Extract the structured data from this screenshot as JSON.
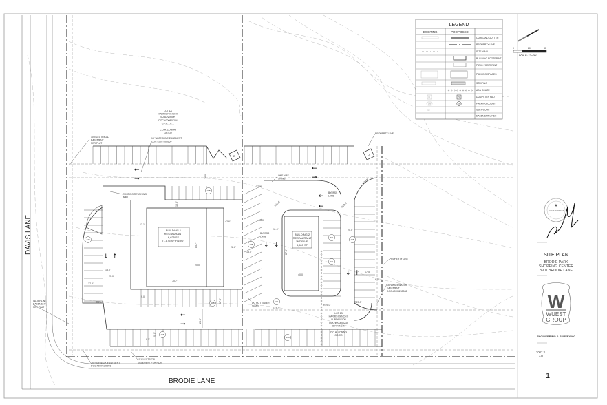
{
  "legend": {
    "title": "LEGEND",
    "col_existing": "EXISTING",
    "col_proposed": "PROPOSED",
    "rows": [
      "CURB AND GUTTER",
      "PROPERTY LINE",
      "SITE WALL",
      "BUILDING FOOTPRINT",
      "PATIO FOOTPRINT",
      "PARKING SPACES",
      "STRIPING",
      "ADA ROUTE",
      "DUMPSTER PAD",
      "PARKING COUNT",
      "CONTOURS",
      "EASEMENT LINES"
    ],
    "dumpster_symbol": "D",
    "count_symbol": "10B",
    "contour_label": "810"
  },
  "scale": {
    "ticks": [
      "0",
      "20",
      "40"
    ],
    "label": "SCALE: 1\" = 20'"
  },
  "title_block": {
    "seal_text": "SCOTT W. WUEST",
    "title": "SITE PLAN",
    "project_lines": [
      "BRODIE PARK",
      "SHOPPING CENTER",
      "8901 BRODIE LANE"
    ],
    "logo_letter": "W",
    "logo_lines": [
      "WUEST",
      "GROUP"
    ],
    "tagline": "ENGINEERING & SURVEYING",
    "address_lines": [
      "2007 S",
      "AU"
    ],
    "sheet_number": "1"
  },
  "roads": {
    "west": "DAVIS LANE",
    "south": "BRODIE LANE"
  },
  "buildings": [
    {
      "lines": [
        "BUILDING 1",
        "RESTAURANT",
        "6,625 SF",
        "(1,875 SF PATIO)"
      ]
    },
    {
      "lines": [
        "BUILDING 2",
        "RESTAURANT",
        "W/DRIVE",
        "3,500 SF"
      ]
    }
  ],
  "lots": [
    {
      "lines": [
        "LOT 1A",
        "HARRIS RANCH II",
        "SUBDIVISION",
        "DOC #200800234",
        "O.P.R.T.C.T.",
        "",
        "C.O.A. ZONING",
        "GR-CO"
      ]
    },
    {
      "lines": [
        "LOT 1B",
        "HARRIS RANCH II",
        "SUBDIVISION",
        "DOC #200800234",
        "O.P.R.T.C.T.",
        "",
        "C.O.A. ZONING",
        "GR-CO"
      ]
    }
  ],
  "callouts": {
    "electrical_top": [
      "10' ELECTRICAL",
      "EASEMENT",
      "PER PLAT"
    ],
    "waterline_top": [
      "15' WATERLINE EASEMENT",
      "DOC #200T063159"
    ],
    "retaining_wall": [
      "EXISTING RETAINING",
      "WALL"
    ],
    "property_line_top": "PROPERTY LINE",
    "property_line_right": "PROPERTY LINE",
    "one_way": [
      "ONE-WAY",
      "SIGNS"
    ],
    "bypass_1": [
      "BYPASS",
      "LANE"
    ],
    "bypass_2": [
      "BYPASS",
      "LANE"
    ],
    "do_not_enter": [
      "DO NOT ENTER",
      "SIGNS"
    ],
    "wastewater": [
      "15' WASTEWATER",
      "EASEMENT",
      "DOC #2005208808"
    ],
    "waterline_left": [
      "WATERLINE",
      "EASEMENT",
      "PER PLAT"
    ],
    "sidewalk": [
      "25' SIDEWALK EASEMENT",
      "DOC #200T120091"
    ],
    "electrical_bottom": [
      "10' ELECTRICAL",
      "EASEMENT PER PLAT"
    ]
  },
  "dimensions": {
    "d1": "28.0'",
    "d2": "10.0'",
    "d3": "13.1'",
    "d4": "42.6'",
    "d5": "22.6'",
    "d6": "20.0'",
    "d7": "70.7'",
    "d8": "85.7'",
    "d9": "9.0'",
    "d10": "17.5'",
    "d11": "25.0'",
    "d12": "18.0'",
    "d13": "27.0'",
    "d14": "16.0'",
    "d15": "11.0'",
    "d16": "18.5'",
    "d17": "87.0'",
    "d18": "40.0'",
    "d19": "25.0'",
    "d20": "17.5'",
    "d21": "R25.0'",
    "d22": "R25.0'",
    "d23": "R15.0'",
    "d24": "R10.0'",
    "d25": "R30.0'",
    "d26": "28.0'",
    "d27": "20.0'",
    "d28": "9.0'",
    "d29": "6.0'",
    "d30": "17.5'",
    "d31": "R25.0'",
    "d32": "R15.0'"
  },
  "parking_counts": [
    "10B",
    "11B",
    "10B",
    "10B",
    "3R",
    "14B",
    "11B",
    "14B",
    "5B",
    "6R"
  ],
  "dumpsters": [
    "D",
    "D"
  ]
}
